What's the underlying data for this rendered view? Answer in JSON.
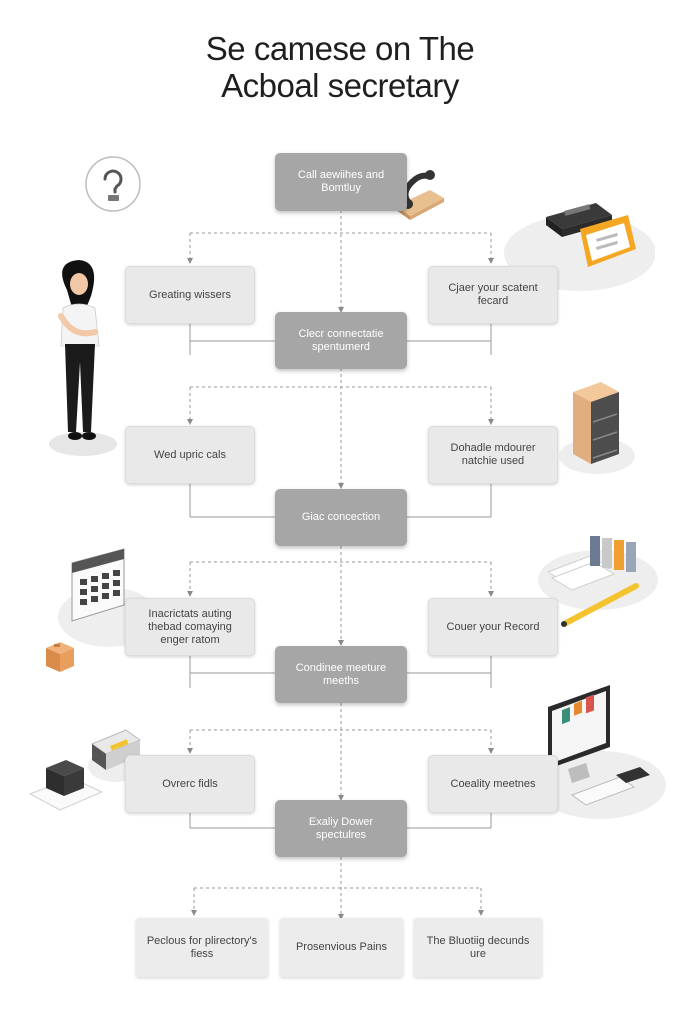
{
  "title": {
    "line1": "Se camese on The",
    "line2": "Acboal secretary"
  },
  "nodes": {
    "c1": "Call aewiihes and Bomtluy",
    "l1": "Greating wissers",
    "r1": "Cjaer your scatent fecard",
    "c2": "Clecr connectatie spentumerd",
    "l2": "Wed upric cals",
    "r2": "Dohadle mdourer natchie used",
    "c3": "Giac concection",
    "l3": "Inacrictats auting thebad comaying enger ratom",
    "r3": "Couer your Record",
    "c4": "Condinee meeture meeths",
    "l4": "Ovrerc fidls",
    "r4": "Coeality meetnes",
    "c5": "Exaliy Dower spectulres",
    "b1": "Peclous for plirectory's fiess",
    "b2": "Prosenvious Pains",
    "b3": "The Bluotiig decunds ure"
  },
  "icons": {
    "help": "question-bulb-icon",
    "phone": "desk-phone-icon",
    "fax": "fax-machine-icon",
    "woman": "secretary-person",
    "cabinet": "file-cabinet-icon",
    "calendar": "calendar-icon",
    "box": "package-box-icon",
    "docs": "documents-pencil-icon",
    "printer": "printer-icon",
    "monitor": "computer-monitor-icon"
  }
}
